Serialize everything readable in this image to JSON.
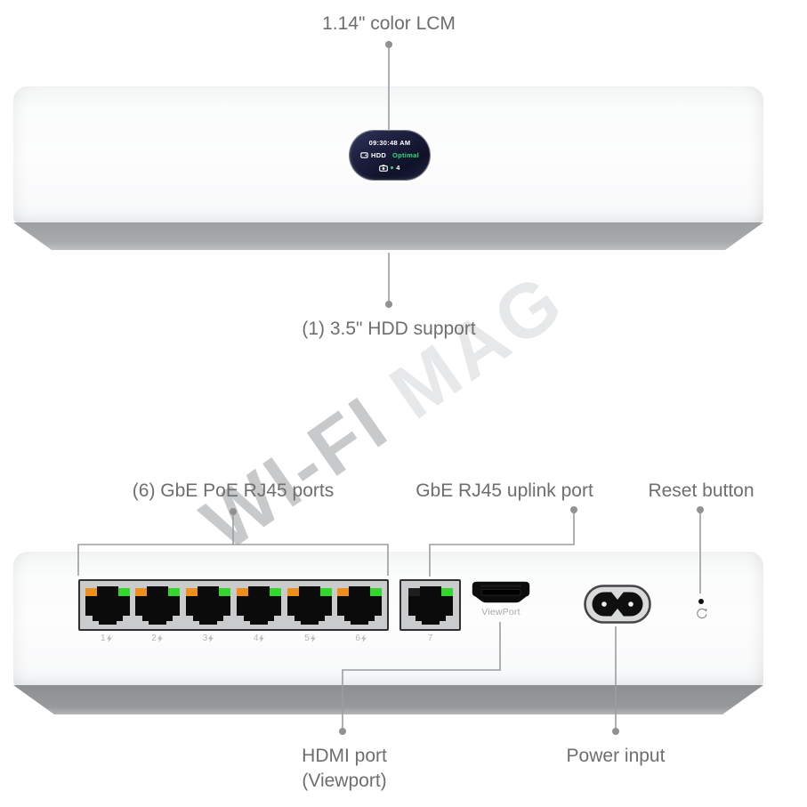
{
  "annotations": {
    "lcm": "1.14\" color LCM",
    "hdd": "(1) 3.5\" HDD support",
    "poe_ports": "(6) GbE PoE RJ45 ports",
    "uplink": "GbE RJ45 uplink port",
    "reset": "Reset button",
    "hdmi_line1": "HDMI port",
    "hdmi_line2": "(Viewport)",
    "power": "Power input"
  },
  "screen": {
    "time": "09:30:48 AM",
    "drive_label": "HDD",
    "drive_status": "Optimal",
    "camera_count": "4"
  },
  "rear": {
    "poe_port_numbers": [
      "1",
      "2",
      "3",
      "4",
      "5",
      "6"
    ],
    "uplink_port_number": "7",
    "hdmi_label": "ViewPort"
  },
  "watermark": {
    "part1": "WI-FI",
    "part2": " MAG"
  },
  "colors": {
    "led_orange": "#ef8e1b",
    "led_green": "#33d62a",
    "led_off": "#1e1e1f",
    "status_green": "#30d97e",
    "annotation_line": "#9b9d9e",
    "label_text": "#6e6e6e"
  }
}
